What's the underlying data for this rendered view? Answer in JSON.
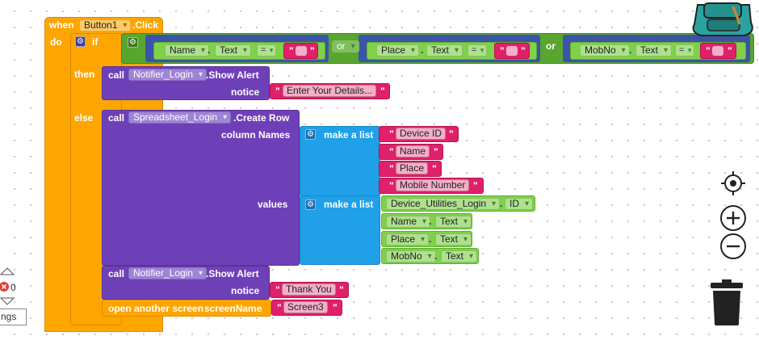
{
  "event": {
    "when": "when",
    "component": "Button1",
    "click": ".Click",
    "do": "do"
  },
  "if_block": {
    "if": "if",
    "then": "then",
    "else": "else"
  },
  "conditions": [
    {
      "component": "Name",
      "property": "Text",
      "op": "=",
      "value": ""
    },
    {
      "component": "Place",
      "property": "Text",
      "op": "=",
      "value": ""
    },
    {
      "component": "MobNo",
      "property": "Text",
      "op": "=",
      "value": ""
    }
  ],
  "or_ops": [
    "or",
    "or"
  ],
  "dot": ".",
  "quote": "\"",
  "then_call": {
    "call": "call",
    "component": "Notifier_Login",
    "method": ".Show Alert",
    "param": "notice",
    "value": "Enter Your Details..."
  },
  "create_row": {
    "call": "call",
    "component": "Spreadsheet_Login",
    "method": ".Create Row",
    "param_columns": "column Names",
    "param_values": "values"
  },
  "make_list": "make a list",
  "column_names": [
    "Device ID",
    "Name",
    "Place",
    "Mobile Number"
  ],
  "value_items": [
    {
      "component": "Device_Utilities_Login",
      "property": "ID"
    },
    {
      "component": "Name",
      "property": "Text"
    },
    {
      "component": "Place",
      "property": "Text"
    },
    {
      "component": "MobNo",
      "property": "Text"
    }
  ],
  "else_call": {
    "call": "call",
    "component": "Notifier_Login",
    "method": ".Show Alert",
    "param": "notice",
    "value": "Thank You"
  },
  "open_screen": {
    "label": "open another screen",
    "param": "screenName",
    "value": "Screen3"
  },
  "warnings": {
    "count": "0",
    "toggle_label": "ngs"
  },
  "colors": {
    "event": "#ffa500",
    "control": "#ffa500",
    "procedure": "#6e40b8",
    "list": "#1fa0e8",
    "text": "#e0206a",
    "logic": "#58a52f",
    "component": "#7fd14b"
  },
  "icons": [
    "backpack-icon",
    "target-icon",
    "zoom-in-icon",
    "zoom-out-icon",
    "trash-icon",
    "error-icon",
    "arrow-up-icon",
    "arrow-down-icon",
    "gear-icon"
  ]
}
